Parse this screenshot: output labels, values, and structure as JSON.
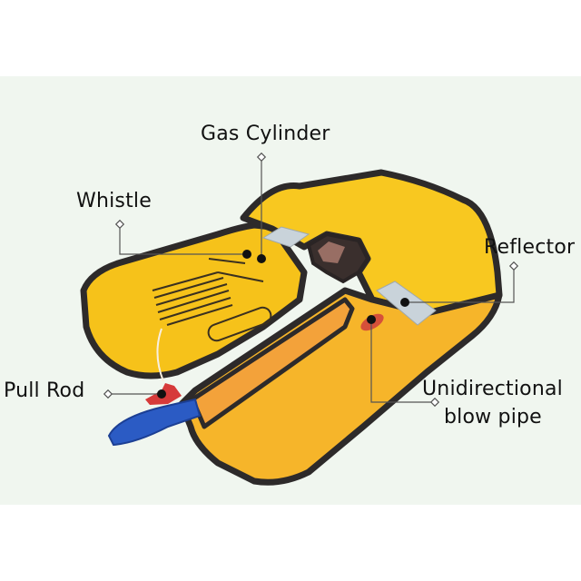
{
  "figure": {
    "subject": "Inflatable life jacket (yellow, folded open)",
    "colors": {
      "background": "#ffffff",
      "band": "#f0f6ef",
      "vest_yellow": "#f6c21a",
      "vest_orange": "#f3a23a",
      "trim": "#2d2a2a",
      "reflector": "#c9d3da",
      "pull_rod_red": "#d63a3a",
      "strap_blue": "#2b5bc4",
      "label_text": "#111111",
      "leader_line": "#555555"
    }
  },
  "labels": [
    {
      "id": "gas-cylinder",
      "text": "Gas Cylinder"
    },
    {
      "id": "whistle",
      "text": "Whistle"
    },
    {
      "id": "reflector",
      "text": "Reflector"
    },
    {
      "id": "pull-rod",
      "text": "Pull Rod"
    },
    {
      "id": "unidirectional-blow-pipe",
      "line1": "Unidirectional",
      "line2": "blow pipe"
    }
  ]
}
